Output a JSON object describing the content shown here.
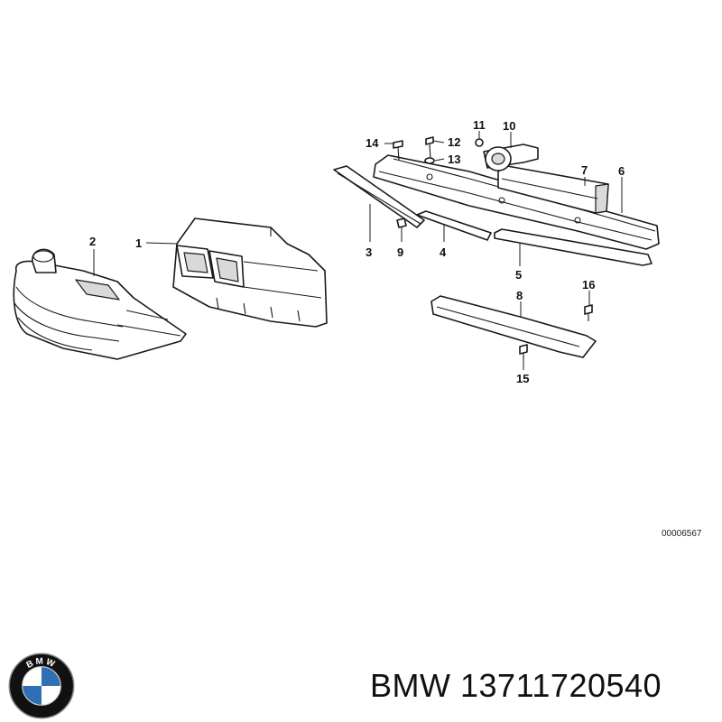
{
  "callouts": [
    {
      "id": "1",
      "label": "1"
    },
    {
      "id": "2",
      "label": "2"
    },
    {
      "id": "3",
      "label": "3"
    },
    {
      "id": "4",
      "label": "4"
    },
    {
      "id": "5",
      "label": "5"
    },
    {
      "id": "6",
      "label": "6"
    },
    {
      "id": "7",
      "label": "7"
    },
    {
      "id": "8",
      "label": "8"
    },
    {
      "id": "9",
      "label": "9"
    },
    {
      "id": "10",
      "label": "10"
    },
    {
      "id": "11",
      "label": "11"
    },
    {
      "id": "12",
      "label": "12"
    },
    {
      "id": "13",
      "label": "13"
    },
    {
      "id": "14",
      "label": "14"
    },
    {
      "id": "15",
      "label": "15"
    },
    {
      "id": "16",
      "label": "16"
    }
  ],
  "diagram_ref": "00006567",
  "caption": {
    "brand": "BMW",
    "part_number": "13711720540"
  },
  "logo": {
    "name": "bmw-roundel-logo",
    "letters": "BMW",
    "colors": {
      "ring": "#111111",
      "blue": "#2f6fb4",
      "white": "#ffffff"
    }
  }
}
